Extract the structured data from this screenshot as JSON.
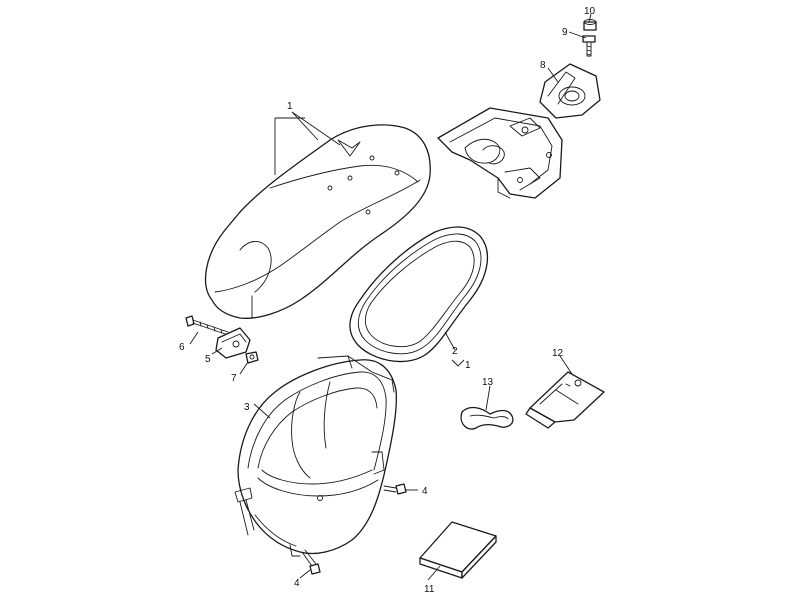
{
  "diagram": {
    "callouts": {
      "seat": "1",
      "rubber_seal": "2",
      "bracket_ref": "1",
      "storage_box": "3",
      "bolt_right": "4",
      "bolt_bottom": "4",
      "hinge_bracket": "5",
      "hinge_bolt": "6",
      "hinge_nut": "7",
      "seat_lock": "8",
      "lock_screw": "9",
      "lock_cap": "10",
      "tool_pouch": "12",
      "rubber_band": "13",
      "manual": "11"
    }
  }
}
